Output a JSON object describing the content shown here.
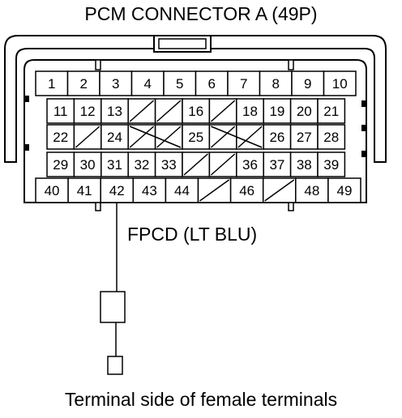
{
  "title": "PCM CONNECTOR A (49P)",
  "wire_label": "FPCD (LT BLU)",
  "footer": "Terminal side of female terminals",
  "highlighted_terminal": "42",
  "rows": [
    [
      "1",
      "2",
      "3",
      "4",
      "5",
      "6",
      "7",
      "8",
      "9",
      "10"
    ],
    [
      "11",
      "12",
      "13",
      "",
      "",
      "16",
      "",
      "18",
      "19",
      "20",
      "21"
    ],
    [
      "22",
      "",
      "24",
      "",
      "",
      "25",
      "",
      "",
      "26",
      "27",
      "28"
    ],
    [
      "29",
      "30",
      "31",
      "32",
      "33",
      "",
      "",
      "36",
      "37",
      "38",
      "39"
    ],
    [
      "40",
      "41",
      "42",
      "43",
      "44",
      "",
      "46",
      "",
      "48",
      "49"
    ]
  ]
}
